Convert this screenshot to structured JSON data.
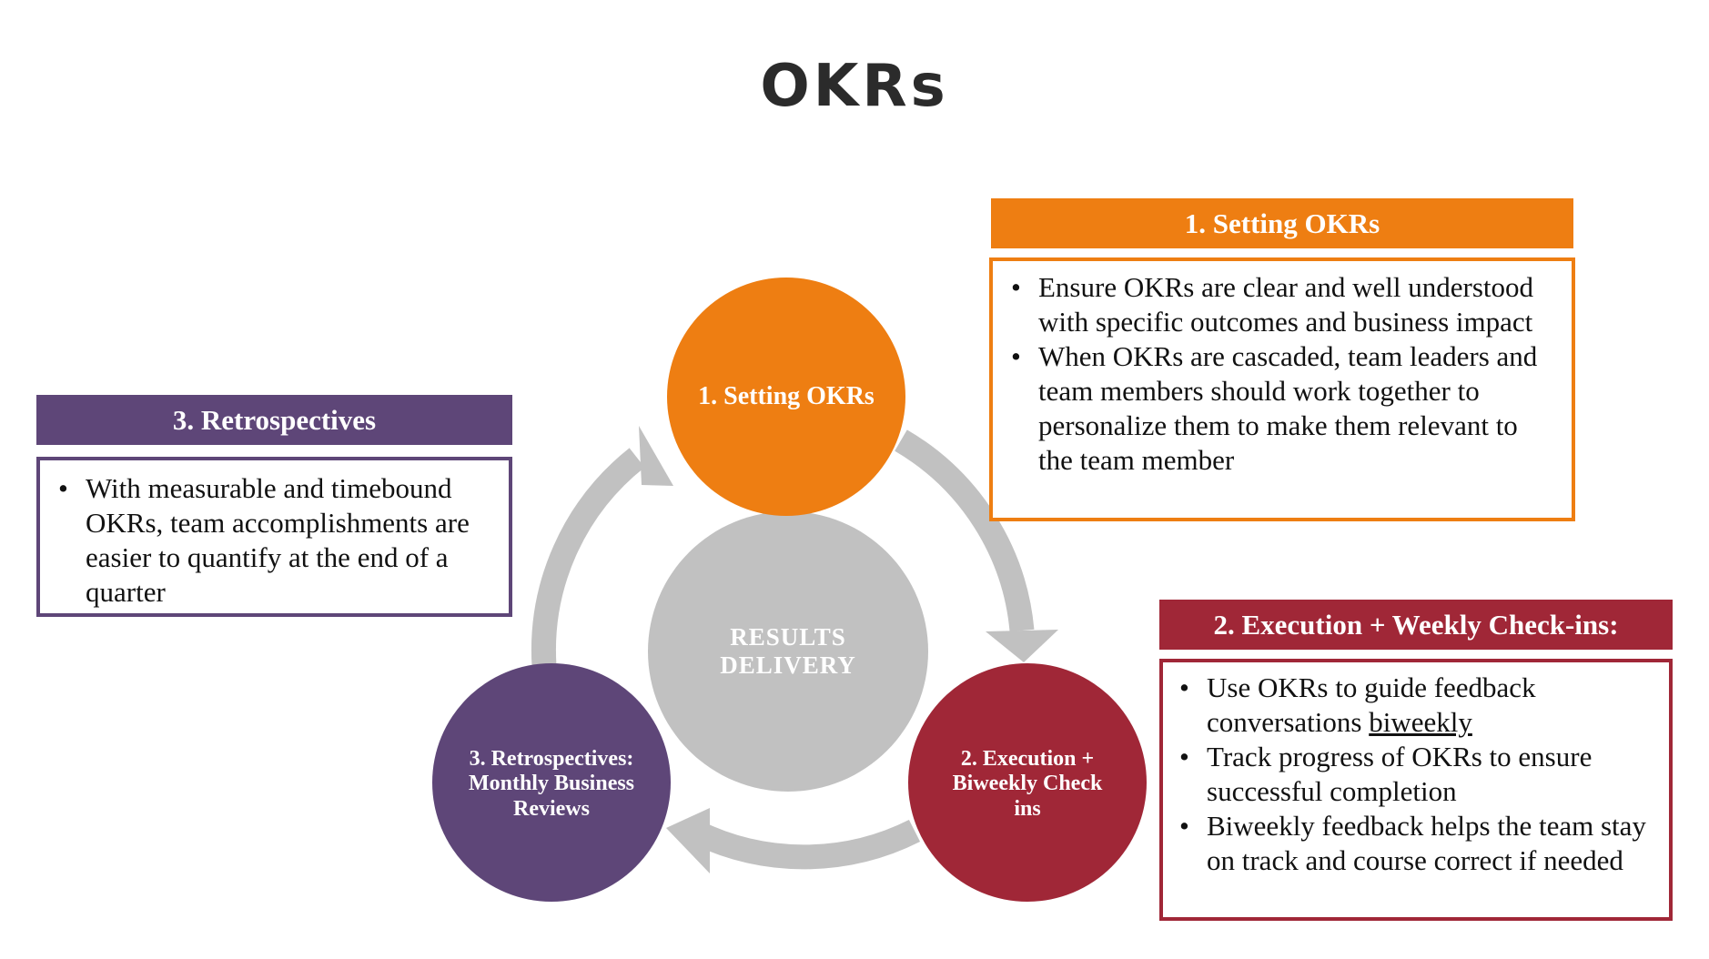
{
  "title": "OKRs",
  "colors": {
    "orange": "#EE7E12",
    "crimson": "#A02737",
    "purple": "#5E4678",
    "gray": "#C1C1C1"
  },
  "cycle": {
    "center_line1": "RESULTS",
    "center_line2": "DELIVERY",
    "nodes": [
      {
        "line1": "1. Setting OKRs",
        "line2": "",
        "line3": ""
      },
      {
        "line1": "2. Execution +",
        "line2": "Biweekly Check",
        "line3": "ins"
      },
      {
        "line1": "3. Retrospectives:",
        "line2": "Monthly Business",
        "line3": "Reviews"
      }
    ]
  },
  "panels": {
    "setting": {
      "header": "1. Setting OKRs",
      "bullets": [
        "Ensure OKRs are clear and well understood with specific outcomes and business impact",
        "When OKRs are cascaded, team leaders and team members should work together to personalize them to make them relevant to the team member"
      ]
    },
    "execution": {
      "header": "2. Execution + Weekly Check-ins:",
      "bullet1_text": "Use OKRs to guide feedback conversations ",
      "bullet1_underlined": "biweekly",
      "bullets_rest": [
        "Track progress of OKRs to ensure successful completion",
        "Biweekly feedback helps the team stay on track and course correct if needed"
      ]
    },
    "retro": {
      "header": "3. Retrospectives",
      "bullets": [
        "With measurable and timebound OKRs, team accomplishments are easier to quantify at the end of a quarter"
      ]
    }
  },
  "bullet_char": "•"
}
